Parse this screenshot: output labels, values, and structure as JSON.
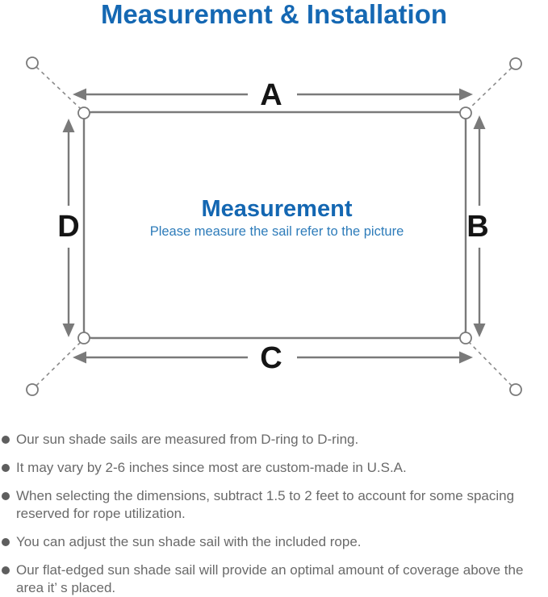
{
  "title": "Measurement & Installation",
  "diagram": {
    "heading": "Measurement",
    "subheading": "Please measure the sail refer to the picture",
    "labels": {
      "top": "A",
      "right": "B",
      "bottom": "C",
      "left": "D"
    }
  },
  "notes": [
    "Our sun shade sails are measured from D-ring to D-ring.",
    "It may vary by 2-6 inches since most are custom-made in U.S.A.",
    "When selecting the dimensions, subtract 1.5 to 2 feet to account for some spacing reserved for rope utilization.",
    "You can adjust the sun shade sail with the included rope.",
    "Our flat-edged sun shade sail will provide an optimal amount of coverage above the area it’ s placed."
  ],
  "colors": {
    "title_blue": "#1568b3",
    "diagram_heading_blue": "#1467b2",
    "diagram_subheading_blue": "#2e7cba",
    "line_gray": "#7a7a7a",
    "dimension_label_black": "#151515",
    "note_text_gray": "#6a6a6a"
  }
}
